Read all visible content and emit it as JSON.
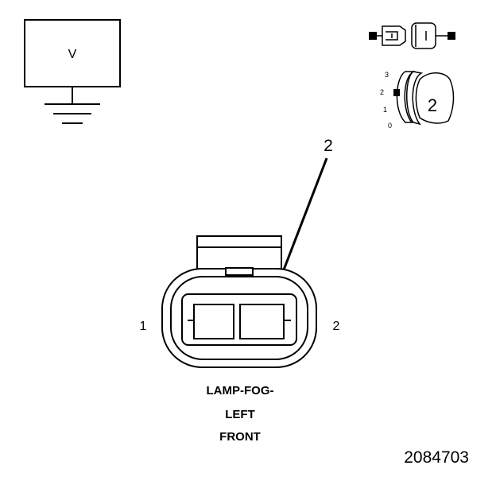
{
  "meter": {
    "symbol": "V"
  },
  "probe_key": {
    "scale_labels": [
      "3",
      "2",
      "1",
      "0"
    ],
    "size_label": "2"
  },
  "callout": {
    "label": "2"
  },
  "connector": {
    "terminal_labels": [
      "1",
      "2"
    ],
    "name_lines": [
      "LAMP-FOG-",
      "LEFT",
      "FRONT"
    ]
  },
  "figure_number": "2084703",
  "colors": {
    "line": "#000000",
    "background": "#ffffff"
  }
}
